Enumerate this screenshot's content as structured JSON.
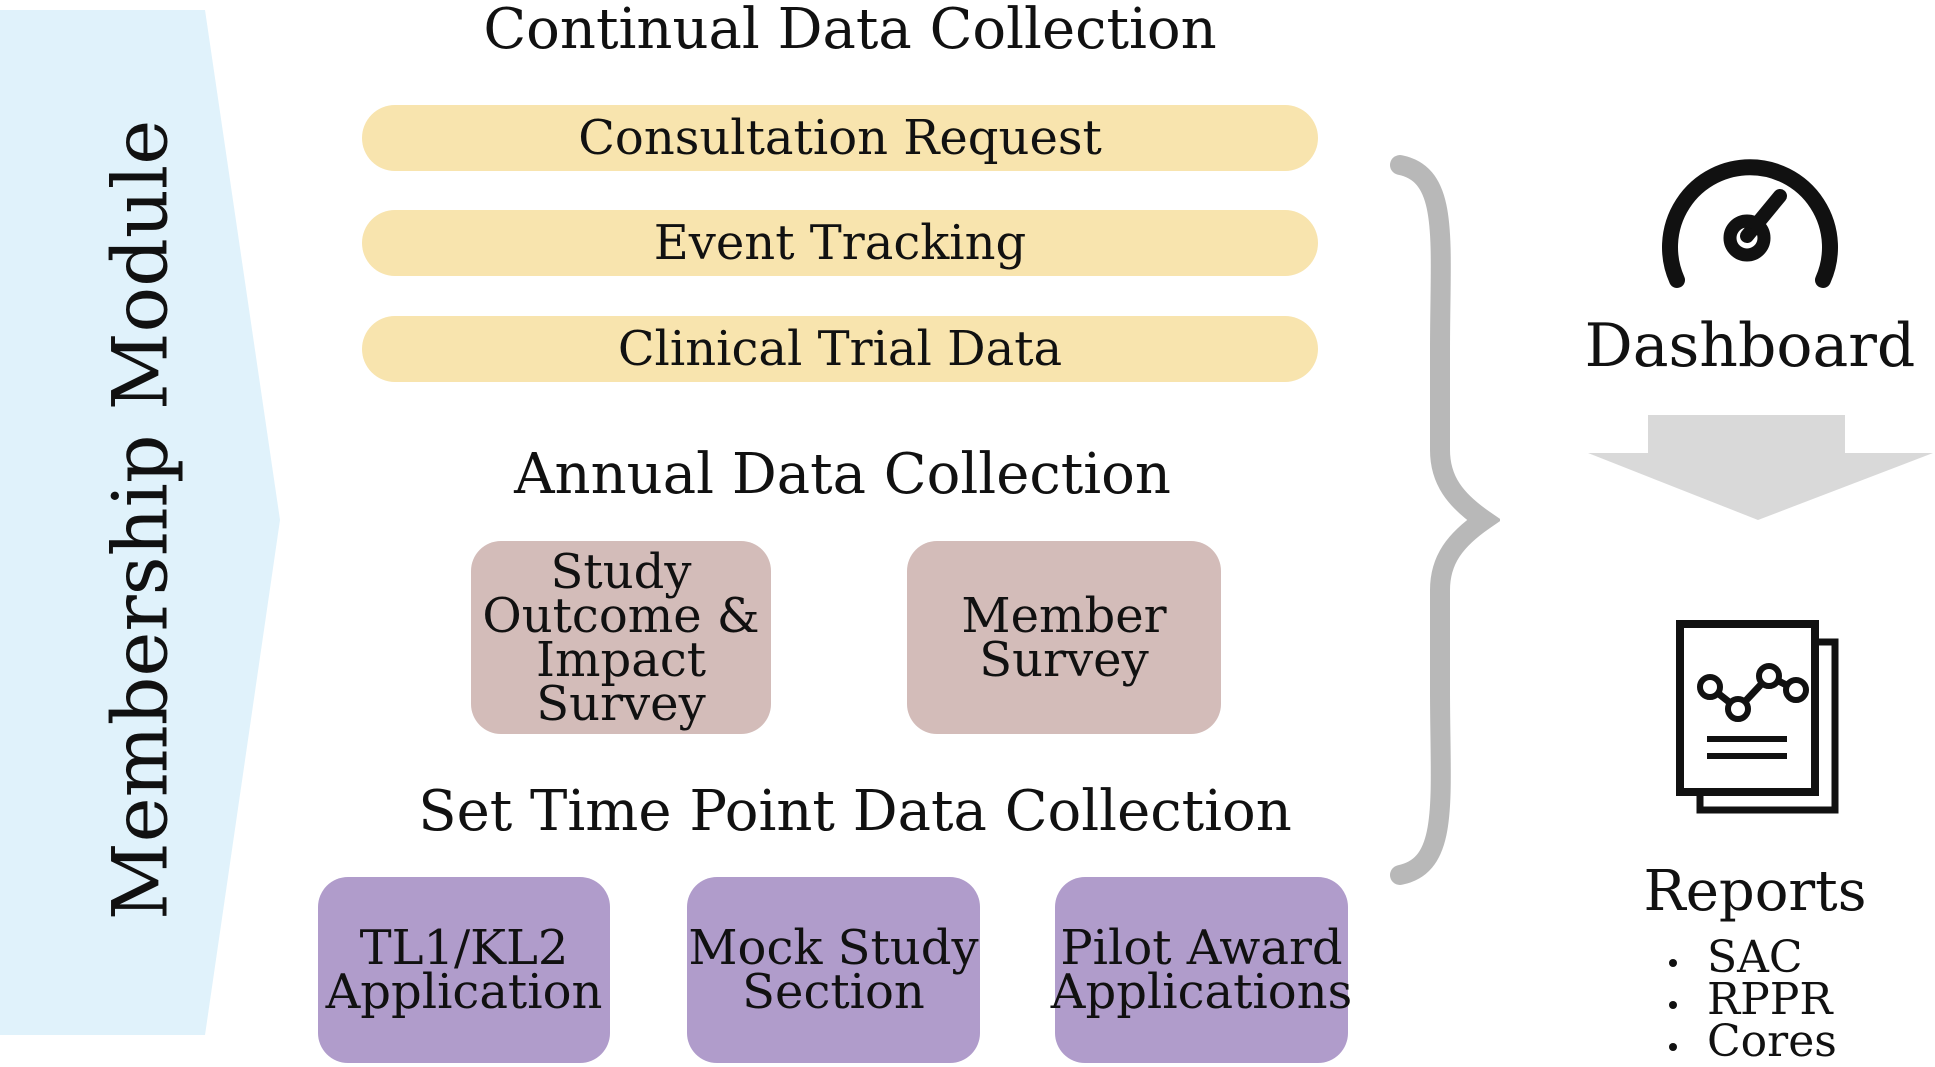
{
  "colors": {
    "side_banner": "#e0f2fb",
    "continual_pill": "#f8e4ae",
    "annual_box": "#d3bcb9",
    "set_time_box": "#b09ccb",
    "brace": "#b8b8b8",
    "arrow": "#d9d9d9"
  },
  "side_module": {
    "label": "Membership Module"
  },
  "continual": {
    "title": "Continual Data Collection",
    "items": [
      {
        "label": "Consultation Request"
      },
      {
        "label": "Event Tracking"
      },
      {
        "label": "Clinical Trial Data"
      }
    ]
  },
  "annual": {
    "title": "Annual Data Collection",
    "items": [
      {
        "label": "Study\nOutcome &\nImpact\nSurvey"
      },
      {
        "label": "Member\nSurvey"
      }
    ]
  },
  "set_time": {
    "title": "Set Time Point Data Collection",
    "items": [
      {
        "label": "TL1/KL2\nApplication"
      },
      {
        "label": "Mock Study\nSection"
      },
      {
        "label": "Pilot Award\nApplications"
      }
    ]
  },
  "dashboard": {
    "label": "Dashboard",
    "icon": "speedometer-icon"
  },
  "reports": {
    "label": "Reports",
    "icon": "report-chart-icon",
    "items": [
      "SAC",
      "RPPR",
      "Cores"
    ]
  }
}
